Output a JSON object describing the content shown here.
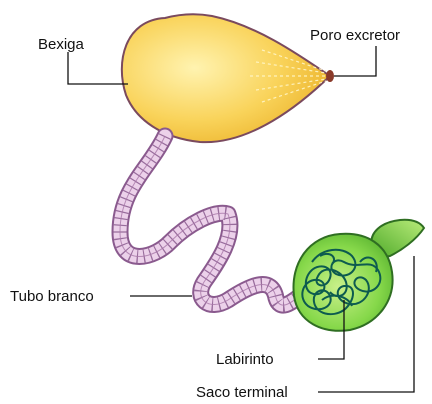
{
  "labels": {
    "bladder": "Bexiga",
    "excretory_pore": "Poro excretor",
    "white_tube": "Tubo branco",
    "labyrinth": "Labirinto",
    "terminal_sac": "Saco terminal"
  },
  "colors": {
    "bladder_fill": "#f6c43c",
    "bladder_highlight": "#fff3b0",
    "bladder_outline": "#7a4a5e",
    "tube_fill": "#e6c6e3",
    "tube_outline": "#8a5a8e",
    "sac_fill": "#74d43a",
    "sac_outline": "#2f6e22",
    "labyrinth_line": "#0d5b4f",
    "pore": "#8a3a2a"
  }
}
